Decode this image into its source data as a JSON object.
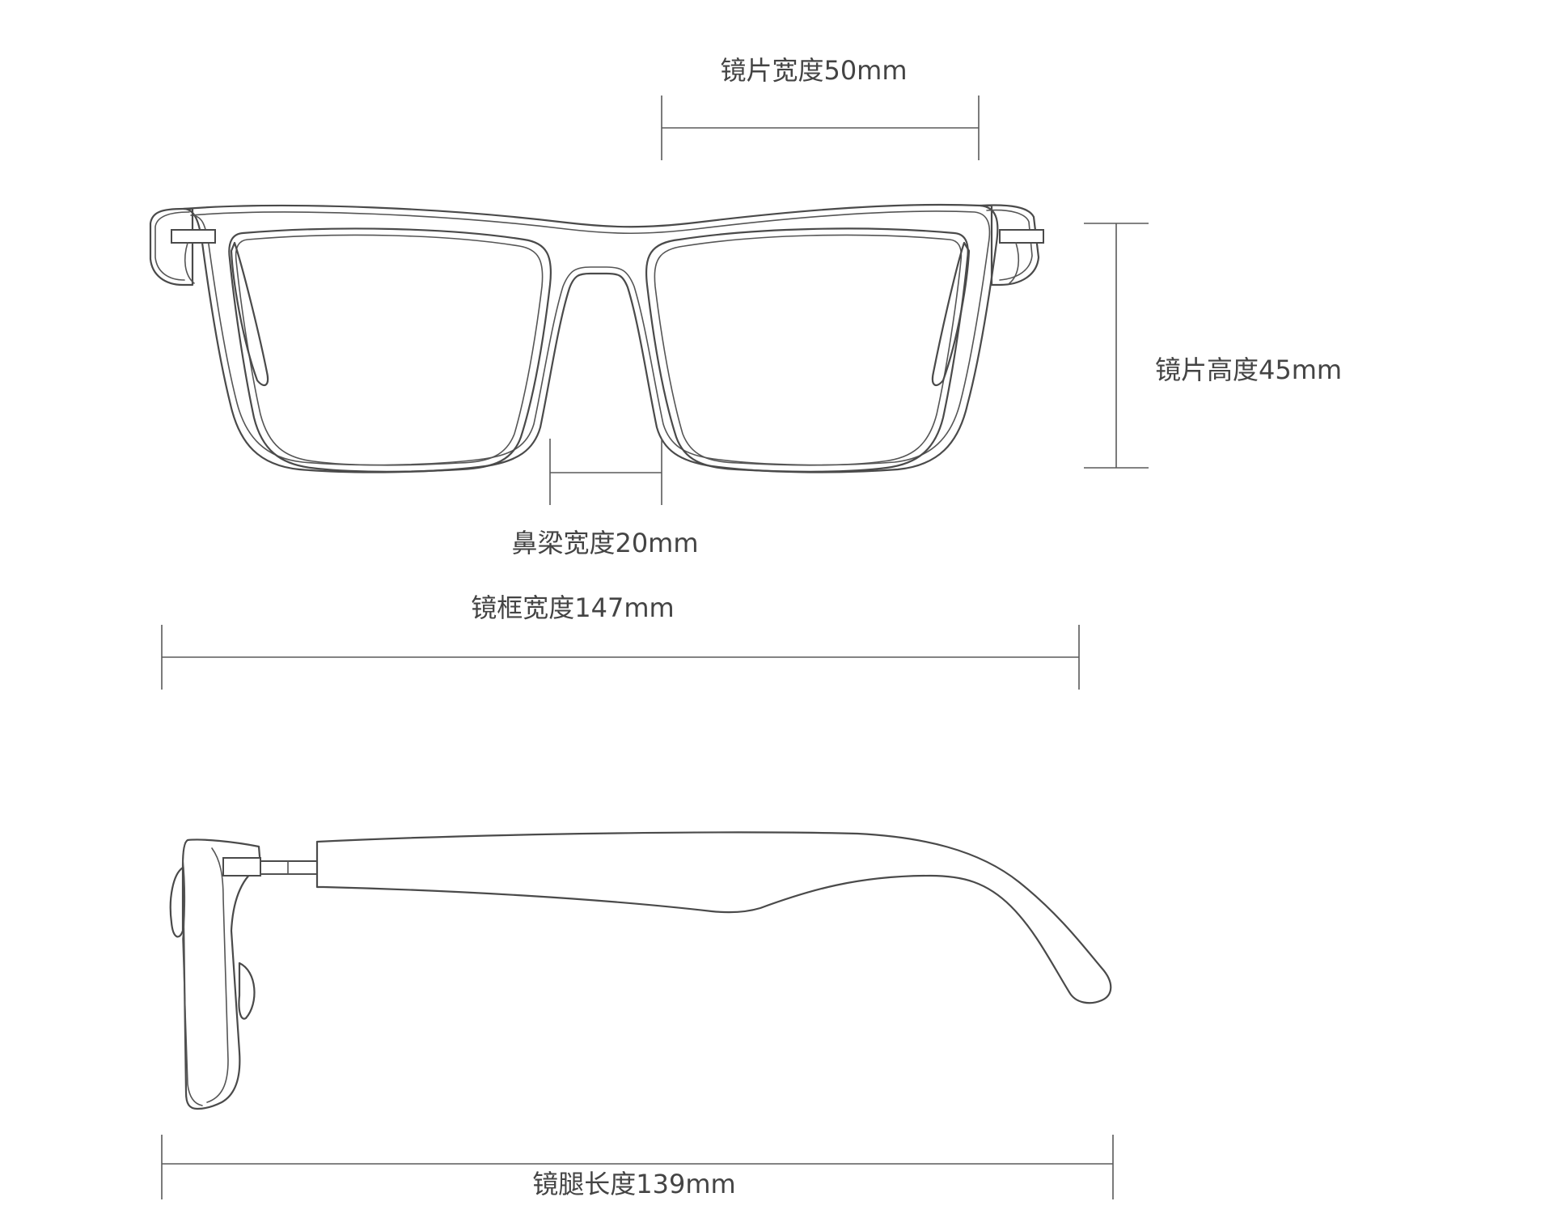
{
  "labels": {
    "lens_width": "镜片宽度50mm",
    "lens_height": "镜片高度45mm",
    "bridge_width": "鼻梁宽度20mm",
    "frame_width": "镜框宽度147mm",
    "temple_length": "镜腿长度139mm"
  },
  "colors": {
    "line": "#4a4a4a",
    "dimension": "#5a5a5a",
    "text": "#444444",
    "background": "#ffffff"
  }
}
